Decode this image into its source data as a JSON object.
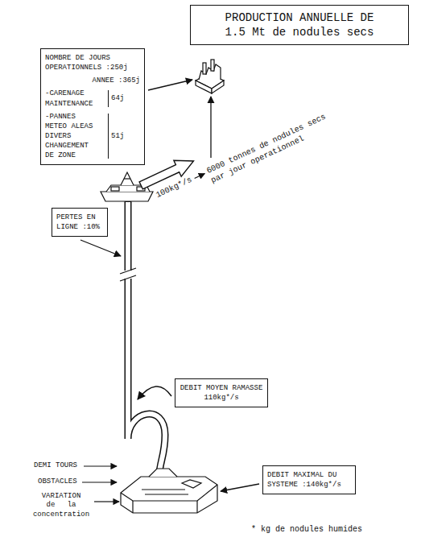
{
  "diagram": {
    "title": "PRODUCTION ANNUELLE DE 1.5 Mt de nodules secs",
    "nodes": [
      {
        "text": [
          "NOMBRE DE JOURS OPERATIONNELS :250j",
          "ANNEE :365j",
          "-CARENAGE MAINTENANCE",
          "64j",
          "-PANNES METEO ALEAS DIVERS CHANGEMENT DE ZONE",
          "51j"
        ]
      },
      {
        "text": [
          "PERTES EN LIGNE :10%"
        ]
      },
      {
        "text": [
          "DEBIT MOYEN RAMASSE 110kg*/s"
        ]
      },
      {
        "text": [
          "DEBIT MAXIMAL DU SYSTEME :140kg*/s"
        ]
      }
    ],
    "labels": [
      "100kg*/s",
      "6000 tonnes de nodules secs par jour operationnel",
      "DEMI TOURS",
      "OBSTACLES",
      "VARIATION de la concentration",
      "* kg de nodules humides"
    ]
  }
}
